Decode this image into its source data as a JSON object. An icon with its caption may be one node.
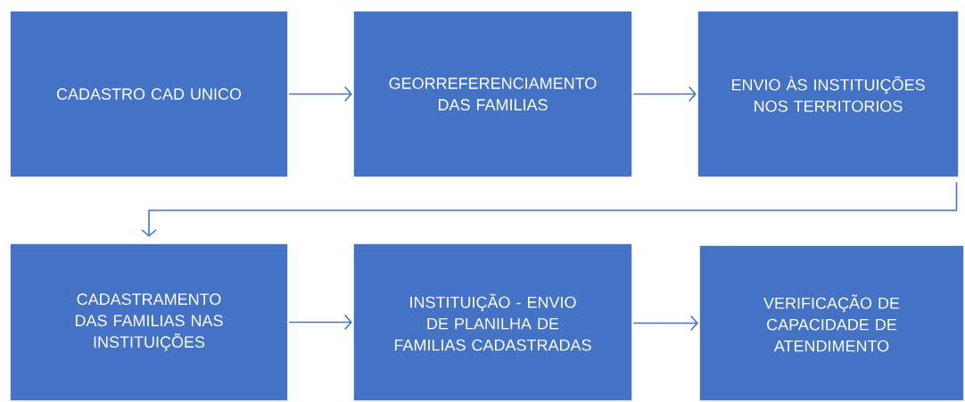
{
  "diagram": {
    "nodes": [
      {
        "text": [
          "CADASTRO CAD UNICO"
        ]
      },
      {
        "text": [
          "GEORREFERENCIAMENTO DAS FAMILIAS"
        ]
      },
      {
        "text": [
          "ENVIO ÀS INSTITUIÇÕES NOS TERRITORIOS"
        ]
      },
      {
        "text": [
          "CADASTRAMENTO DAS FAMILIAS NAS INSTITUIÇÕES"
        ]
      },
      {
        "text": [
          "INSTITUIÇÃO - ENVIO DE PLANILHA DE FAMILIAS CADASTRADAS"
        ]
      },
      {
        "text": [
          "VERIFICAÇÃO DE CAPACIDADE DE ATENDIMENTO"
        ]
      }
    ],
    "edges": [
      {
        "from": 0,
        "to": 1,
        "arrow": "to"
      },
      {
        "from": 1,
        "to": 2,
        "arrow": "to"
      },
      {
        "from": 2,
        "to": 3,
        "arrow": "to"
      },
      {
        "from": 3,
        "to": 4,
        "arrow": "to"
      },
      {
        "from": 4,
        "to": 5,
        "arrow": "to"
      }
    ]
  }
}
